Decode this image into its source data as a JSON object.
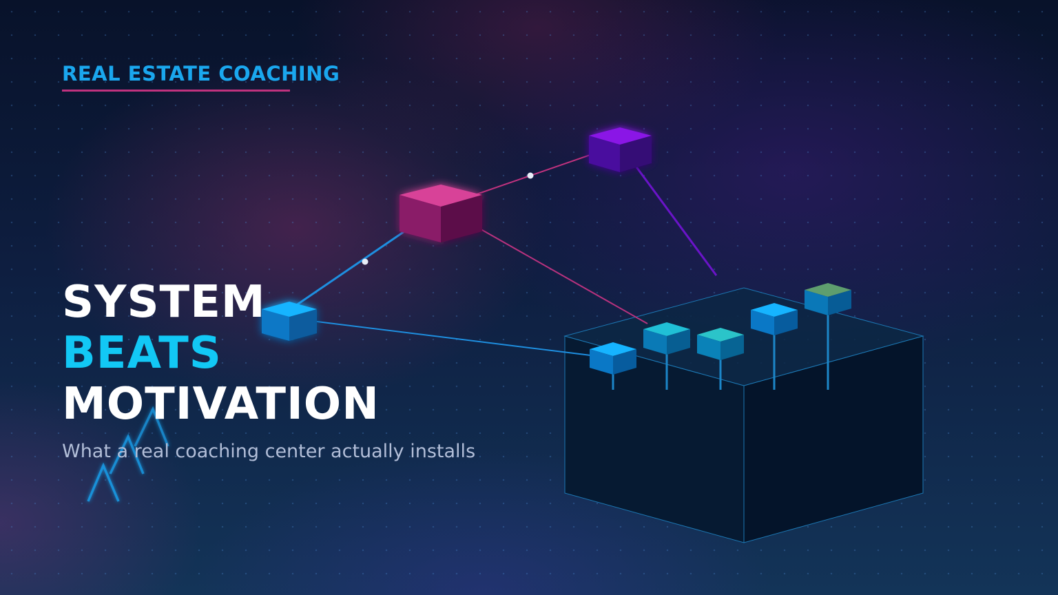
{
  "kicker": "REAL ESTATE COACHING",
  "headline": {
    "line1": "SYSTEM",
    "line2": "BEATS",
    "line3": "MOTIVATION"
  },
  "subtitle": "What a real coaching center actually installs",
  "colors": {
    "kicker": "#1aa7ee",
    "kicker_underline": "#c0327e",
    "headline_primary": "#ffffff",
    "headline_accent": "#12c8f5",
    "subtitle": "#b2bed8",
    "node_pink": "#d13b93",
    "node_purple": "#7a0fd8",
    "node_blue": "#12aef5",
    "node_teal": "#2bc4c9",
    "node_green": "#5e9e6e"
  },
  "icons": [
    "growth-chart-line-icon",
    "network-diagram-icon",
    "isometric-platform-icon"
  ]
}
